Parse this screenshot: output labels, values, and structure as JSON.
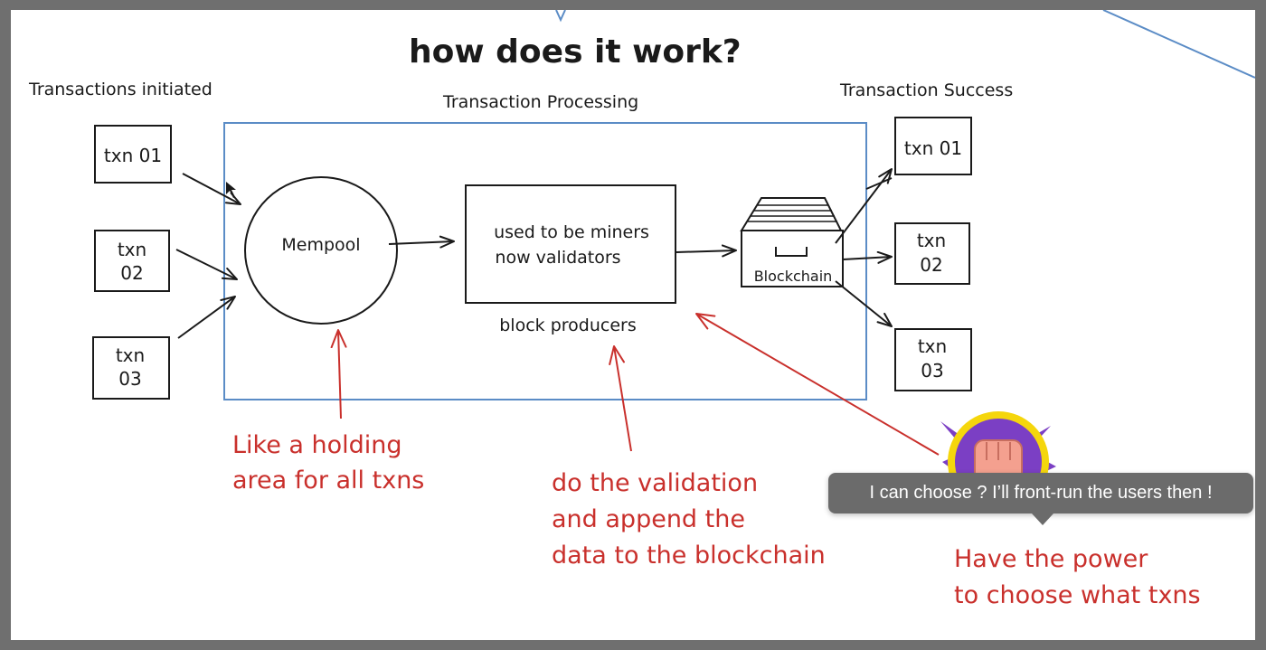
{
  "title": "how does it work?",
  "sections": {
    "initiated": "Transactions initiated",
    "processing": "Transaction Processing",
    "success": "Transaction Success"
  },
  "left_txns": [
    {
      "line1": "txn 01",
      "line2": ""
    },
    {
      "line1": "txn",
      "line2": "02"
    },
    {
      "line1": "txn",
      "line2": "03"
    }
  ],
  "right_txns": [
    {
      "line1": "txn 01",
      "line2": ""
    },
    {
      "line1": "txn",
      "line2": "02"
    },
    {
      "line1": "txn",
      "line2": "03"
    }
  ],
  "mempool": "Mempool",
  "validator_box": {
    "line1": "used to be miners",
    "line2": "now validators"
  },
  "block_producers": "block producers",
  "blockchain": "Blockchain",
  "notes": {
    "mempool": {
      "line1": "Like a holding",
      "line2": "area for all txns"
    },
    "validation": {
      "line1": "do the validation",
      "line2": "and append the",
      "line3": "data to the blockchain"
    },
    "power": {
      "line1": "Have the power",
      "line2": "to choose what txns"
    }
  },
  "tooltip": "I can choose ? I’ll front-run the users then !",
  "colors": {
    "ink": "#1a1a1a",
    "red": "#c9302c",
    "blue": "#5b8cc6",
    "purple": "#7b3fc4",
    "fist": "#f4a08f"
  },
  "icons": {
    "blockchain": "file-cabinet-icon",
    "avatar": "fist-icon"
  }
}
